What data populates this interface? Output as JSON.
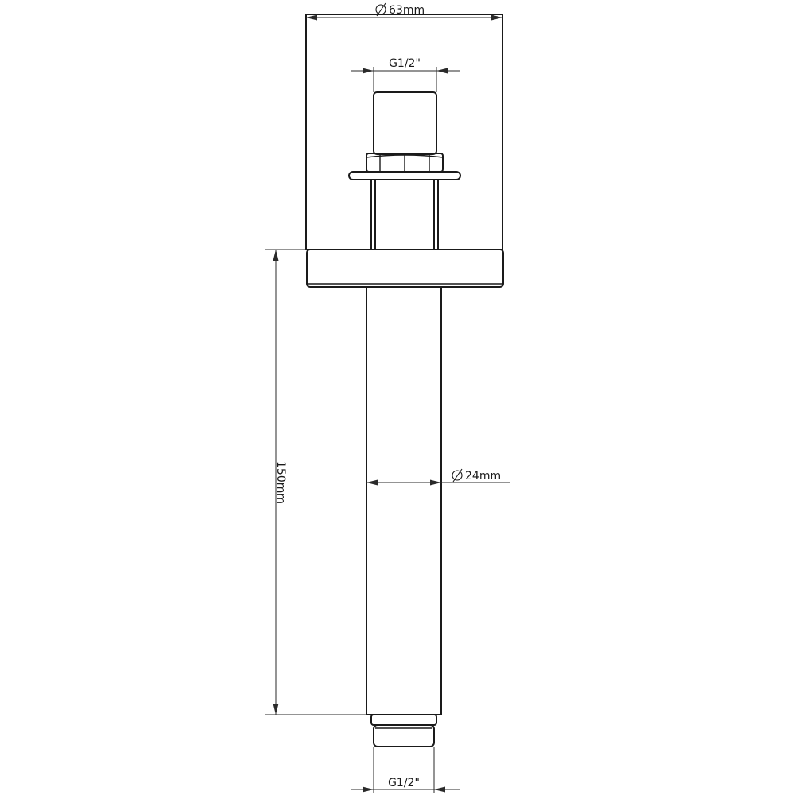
{
  "dimensions": {
    "mount_diameter": {
      "symbol": "⌀",
      "value": "63mm"
    },
    "top_thread": "G1/2\"",
    "pipe_diameter": {
      "symbol": "⌀",
      "value": "24mm"
    },
    "length": "150mm",
    "bottom_thread": "G1/2\""
  },
  "colors": {
    "line": "#1a1a1a",
    "background": "#ffffff"
  }
}
